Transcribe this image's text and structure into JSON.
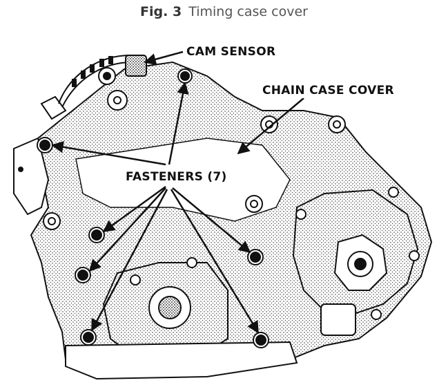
{
  "figure": {
    "number": "Fig. 3",
    "caption": "Timing case cover"
  },
  "callouts": {
    "cam_sensor": "CAM SENSOR",
    "chain_case_cover": "CHAIN CASE COVER",
    "fasteners": "FASTENERS (7)"
  }
}
